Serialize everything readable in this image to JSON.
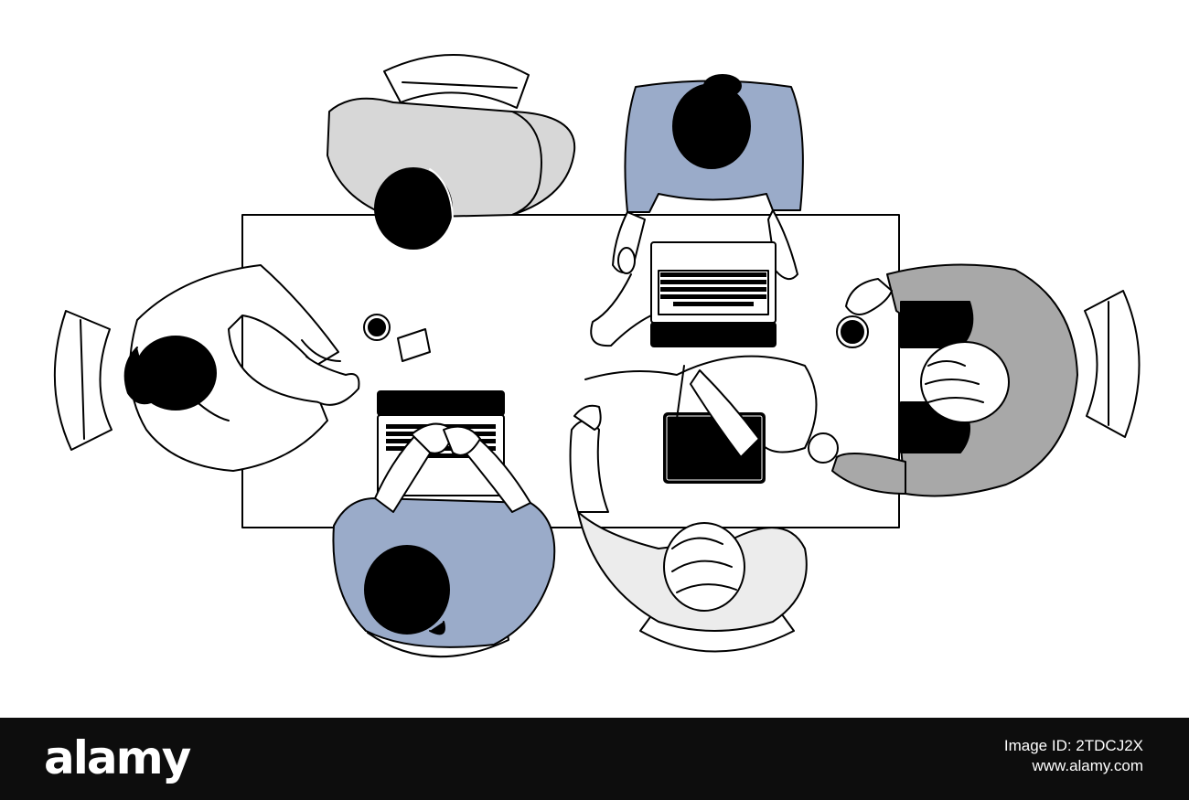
{
  "image": {
    "subject": "Top-down line illustration of six people working at a rectangular meeting table with laptops, a tablet, coffee cups and notes",
    "palette": {
      "ink": "#000000",
      "paper": "#ffffff",
      "blue": "#9aabc9",
      "gray_light": "#d7d7d7",
      "gray_mid": "#a8a8a8",
      "gray_pale": "#ececec"
    }
  },
  "footer": {
    "brand": "alamy",
    "image_id": "Image ID: 2TDCJ2X",
    "site": "www.alamy.com",
    "background": "#0d0d0d",
    "text_color": "#ffffff"
  }
}
